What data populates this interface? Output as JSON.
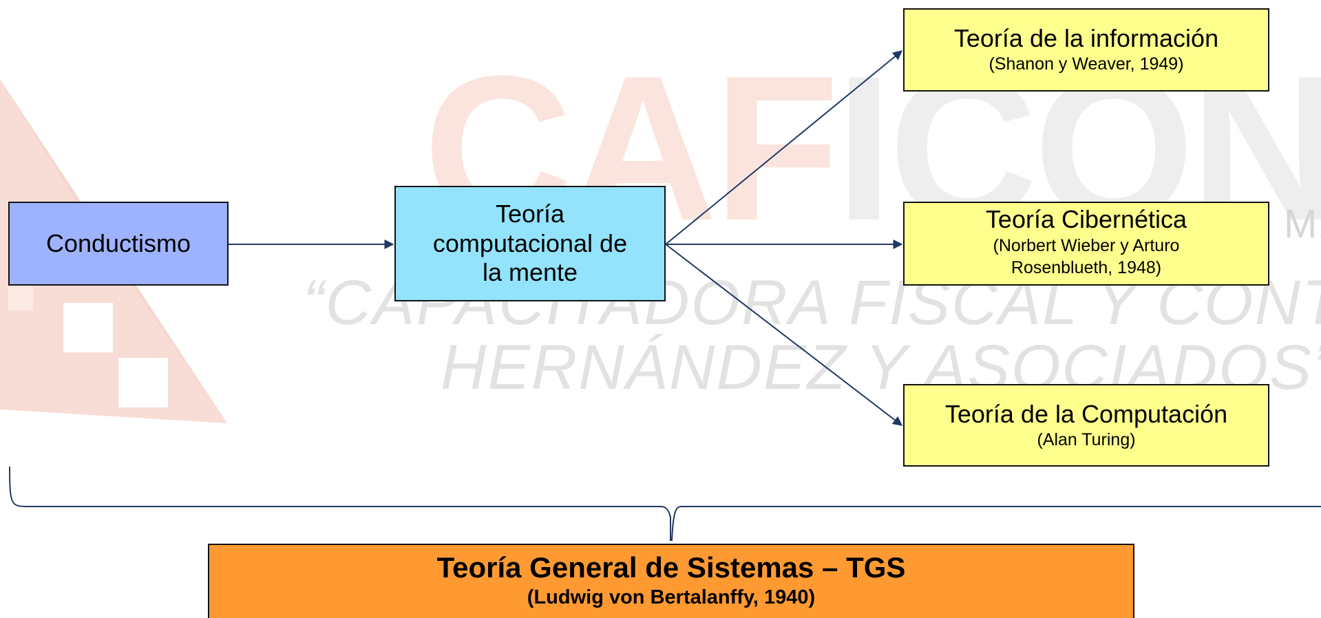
{
  "watermark": {
    "brand_part1": "CAF",
    "brand_part2": "ICON",
    "suffix": "M.",
    "slogan_line1": "“CAPACITADORA FISCAL Y CONTAB",
    "slogan_line2": "HERNÁNDEZ Y ASOCIADOS”"
  },
  "nodes": {
    "conductismo": {
      "label": "Conductismo"
    },
    "computacional": {
      "label": "Teoría computacional de la mente"
    },
    "informacion": {
      "label": "Teoría de la información",
      "sub": "(Shanon y Weaver, 1949)"
    },
    "cibernetica": {
      "label": "Teoría Cibernética",
      "sub": "(Norbert Wieber y Arturo Rosenblueth, 1948)"
    },
    "computacion": {
      "label": "Teoría de la Computación",
      "sub": "(Alan Turing)"
    },
    "tgs": {
      "label": "Teoría General de Sistemas – TGS",
      "sub": "(Ludwig von Bertalanffy, 1940)"
    }
  },
  "edges": [
    {
      "from": "conductismo",
      "to": "computacional"
    },
    {
      "from": "computacional",
      "to": "informacion"
    },
    {
      "from": "computacional",
      "to": "cibernetica"
    },
    {
      "from": "computacional",
      "to": "computacion"
    }
  ],
  "brace": {
    "groups": [
      "conductismo",
      "computacional",
      "informacion",
      "cibernetica",
      "computacion"
    ],
    "target": "tgs"
  },
  "colors": {
    "conductismo_fill": "#9db3ff",
    "computacional_fill": "#92e3fb",
    "theory_fill": "#ffff8e",
    "tgs_fill": "#ff9a33",
    "connector": "#1f3864",
    "box_border": "#111111"
  }
}
